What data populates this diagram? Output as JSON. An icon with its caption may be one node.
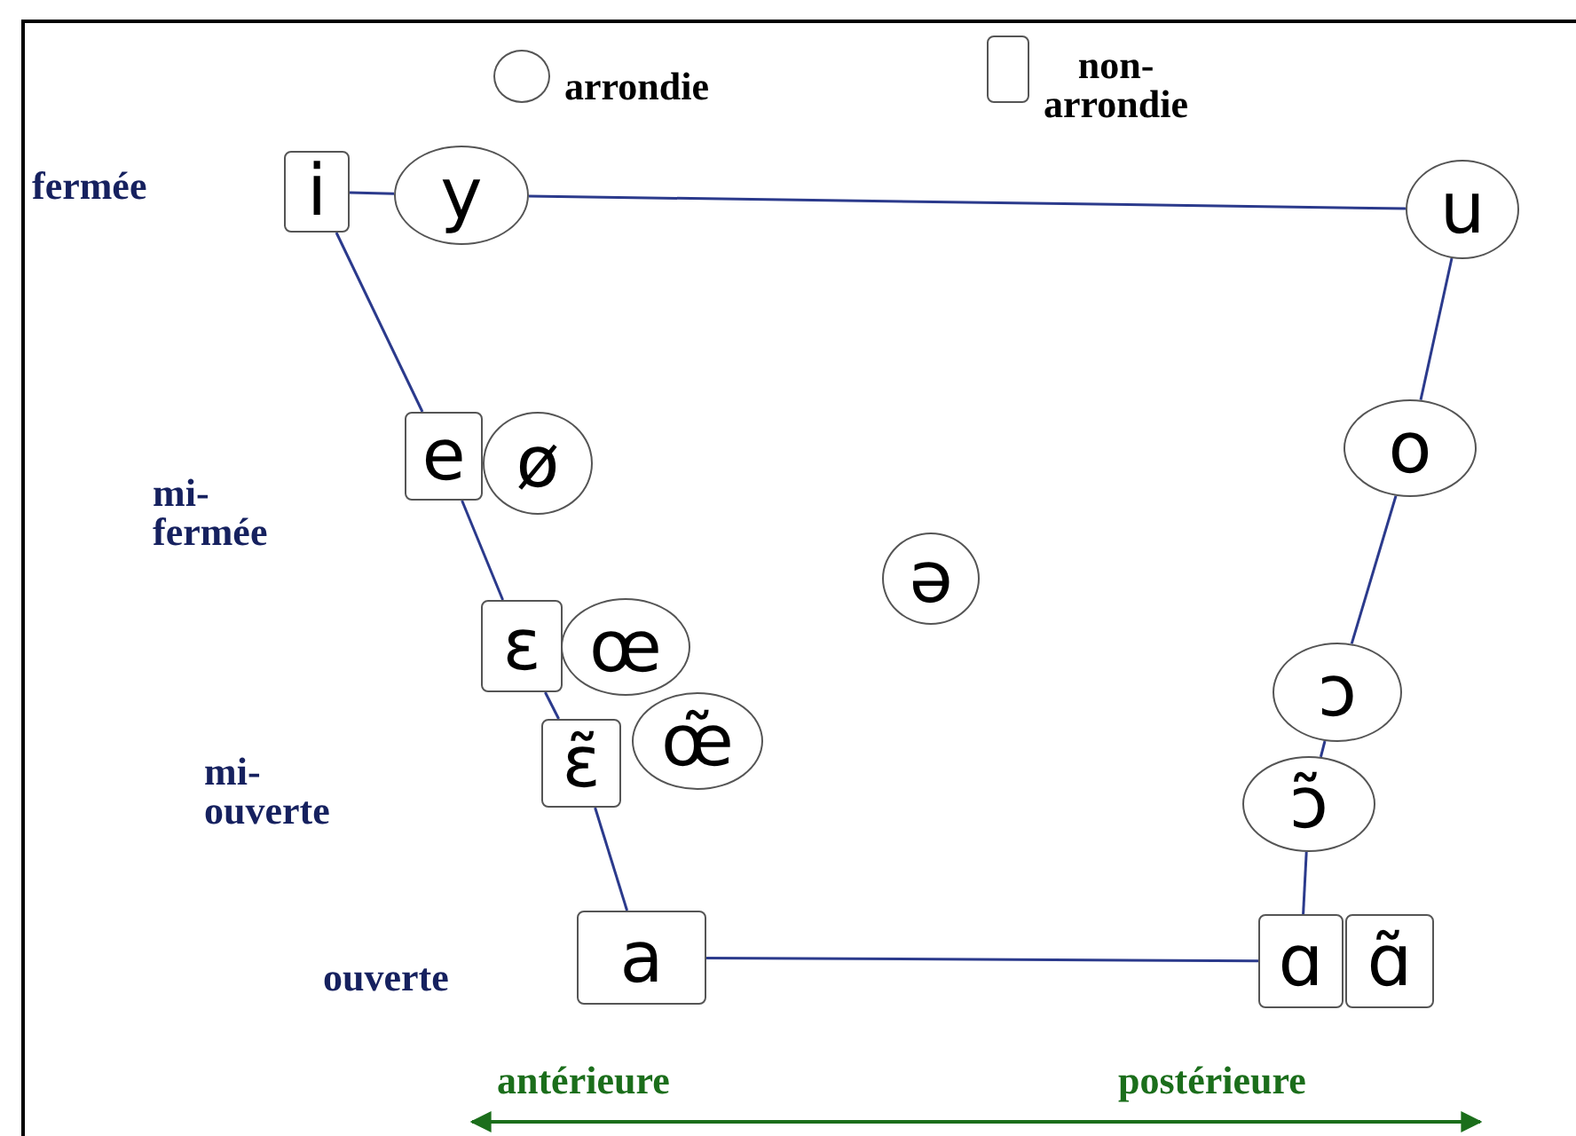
{
  "diagram": {
    "nodes": [
      {
        "text": [
          "i"
        ]
      },
      {
        "text": [
          "y"
        ]
      },
      {
        "text": [
          "u"
        ]
      },
      {
        "text": [
          "e"
        ]
      },
      {
        "text": [
          "ø"
        ]
      },
      {
        "text": [
          "o"
        ]
      },
      {
        "text": [
          "ə"
        ]
      },
      {
        "text": [
          "ɛ"
        ]
      },
      {
        "text": [
          "œ"
        ]
      },
      {
        "text": [
          "ɔ"
        ]
      },
      {
        "text": [
          "ɛ̃"
        ]
      },
      {
        "text": [
          "œ̃"
        ]
      },
      {
        "text": [
          "ɔ̃"
        ]
      },
      {
        "text": [
          "a"
        ]
      },
      {
        "text": [
          "ɑ"
        ]
      },
      {
        "text": [
          "ɑ̃"
        ]
      }
    ],
    "edges": [
      {
        "from": 0,
        "to": 1,
        "arrow": "none"
      },
      {
        "from": 1,
        "to": 2,
        "arrow": "none"
      },
      {
        "from": 0,
        "to": 3,
        "arrow": "none"
      },
      {
        "from": 3,
        "to": 7,
        "arrow": "none"
      },
      {
        "from": 7,
        "to": 10,
        "arrow": "none"
      },
      {
        "from": 10,
        "to": 13,
        "arrow": "none"
      },
      {
        "from": 13,
        "to": 14,
        "arrow": "none"
      },
      {
        "from": 14,
        "to": 12,
        "arrow": "none"
      },
      {
        "from": 12,
        "to": 9,
        "arrow": "none"
      },
      {
        "from": 9,
        "to": 5,
        "arrow": "none"
      },
      {
        "from": 5,
        "to": 2,
        "arrow": "none"
      }
    ],
    "labels": [
      "fermée",
      "mi-fermée",
      "mi-ouverte",
      "ouverte",
      "antérieure",
      "postérieure"
    ],
    "legend": [
      {
        "text": "arrondie"
      },
      {
        "text": "non-arrondie"
      }
    ]
  }
}
